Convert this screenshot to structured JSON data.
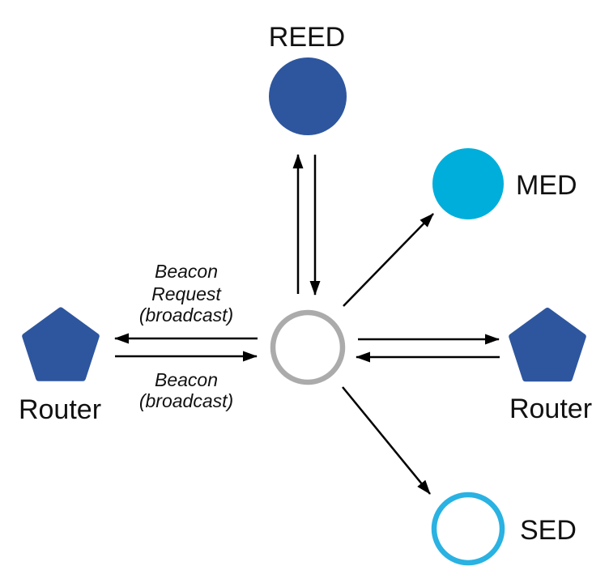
{
  "diagram": {
    "nodes": {
      "reed": {
        "label": "REED"
      },
      "med": {
        "label": "MED"
      },
      "router_left": {
        "label": "Router"
      },
      "router_right": {
        "label": "Router"
      },
      "sed": {
        "label": "SED"
      }
    },
    "annotations": {
      "beacon_request": {
        "line1": "Beacon",
        "line2": "Request",
        "line3": "(broadcast)"
      },
      "beacon": {
        "line1": "Beacon",
        "line2": "(broadcast)"
      }
    },
    "colors": {
      "node_blue": "#2E569E",
      "node_cyan": "#00AEDB",
      "sed_ring_cyan": "#29B2E2",
      "center_ring_gray": "#ABABAB",
      "arrow_black": "#000000",
      "label_color": "#111111"
    }
  }
}
